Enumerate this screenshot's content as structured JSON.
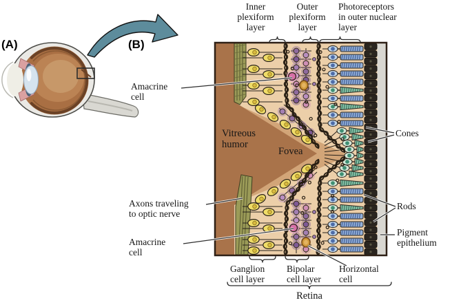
{
  "panels": {
    "a_label": "(A)",
    "b_label": "(B)"
  },
  "labels": {
    "inner_plexiform": "Inner\nplexiform\nlayer",
    "outer_plexiform": "Outer\nplexiform\nlayer",
    "photoreceptors": "Photoreceptors\nin outer nuclear\nlayer",
    "amacrine_top": "Amacrine\ncell",
    "vitreous_humor": "Vitreous\nhumor",
    "fovea": "Fovea",
    "axons": "Axons traveling\nto optic nerve",
    "amacrine_bottom": "Amacrine\ncell",
    "cones": "Cones",
    "rods": "Rods",
    "pigment_epithelium": "Pigment\nepithelium",
    "ganglion_layer": "Ganglion\ncell layer",
    "bipolar_layer": "Bipolar\ncell layer",
    "horizontal_cell": "Horizontal\ncell",
    "retina": "Retina"
  },
  "colors": {
    "arrow_teal": "#5d8c9c",
    "vitreous_brown": "#a9734a",
    "tissue_tan": "#eccfa9",
    "fovea_pit": "#d2a578",
    "ganglion_yellow": "#f0dd68",
    "bipolar_purple": "#8f6b9e",
    "amacrine_pink": "#d66fa6",
    "horizontal_orange": "#d09a3c",
    "rod_blue": "#93b0d8",
    "cone_teal": "#8cc2aa",
    "pigment_dark": "#2a251f"
  }
}
